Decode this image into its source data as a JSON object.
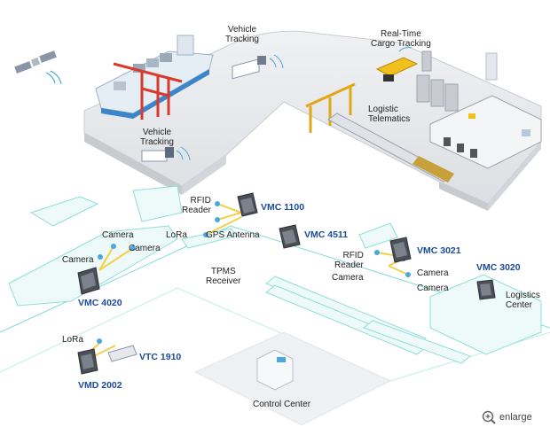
{
  "labels": {
    "vehicle_tracking_top": "Vehicle\nTracking",
    "realtime_cargo": "Real-Time\nCargo Tracking",
    "logistic_telematics": "Logistic\nTelematics",
    "vehicle_tracking_left": "Vehicle\nTracking",
    "rfid_reader_1": "RFID\nReader",
    "lora_1": "LoRa",
    "gps_antenna": "GPS Antenna",
    "tpms_receiver": "TPMS\nReceiver",
    "camera_1": "Camera",
    "camera_2": "Camera",
    "camera_3": "Camera",
    "rfid_reader_2": "RFID\nReader",
    "camera_4": "Camera",
    "camera_5": "Camera",
    "camera_6": "Camera",
    "logistics_center": "Logistics\nCenter",
    "lora_2": "LoRa",
    "control_center": "Control Center"
  },
  "products": {
    "vmc1100": "VMC 1100",
    "vmc4511": "VMC 4511",
    "vmc3021": "VMC 3021",
    "vmc3020": "VMC 3020",
    "vmc4020": "VMC 4020",
    "vtc1910": "VTC 1910",
    "vmd2002": "VMD 2002"
  },
  "enlarge_label": "enlarge",
  "colors": {
    "product_label": "#1a4a9a",
    "ground_outline": "#7fdcd6",
    "connector_line": "#f2d04a",
    "signal_wave": "#4aa8e0"
  }
}
